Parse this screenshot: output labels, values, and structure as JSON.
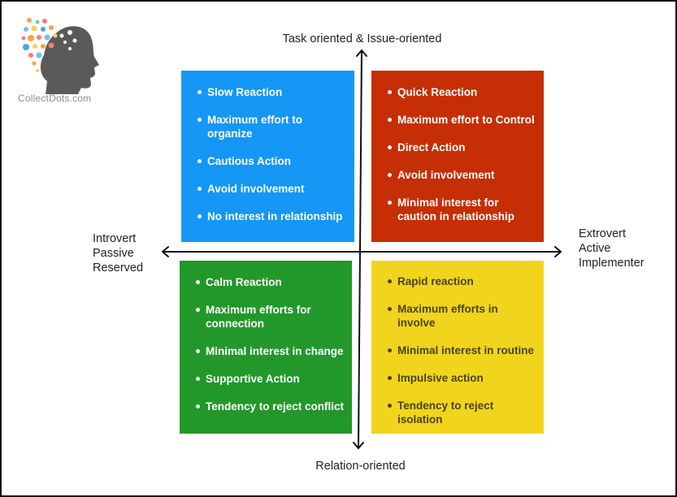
{
  "logo": {
    "text": "CollectDots.com"
  },
  "axes": {
    "top": "Task oriented & Issue-oriented",
    "bottom": "Relation-oriented",
    "left": [
      "Introvert",
      "Passive",
      "Reserved"
    ],
    "right": [
      "Extrovert",
      "Active",
      "Implementer"
    ]
  },
  "quadrants": {
    "top_left": {
      "color": "#1497f5",
      "items": [
        "Slow Reaction",
        "Maximum effort to organize",
        "Cautious Action",
        "Avoid involvement",
        "No interest in relationship"
      ]
    },
    "top_right": {
      "color": "#c62e05",
      "items": [
        "Quick Reaction",
        "Maximum effort to Control",
        "Direct Action",
        "Avoid involvement",
        "Minimal interest for caution in relationship"
      ]
    },
    "bottom_left": {
      "color": "#22982a",
      "items": [
        "Calm Reaction",
        "Maximum efforts for connection",
        "Minimal interest in change",
        "Supportive Action",
        "Tendency to reject conflict"
      ]
    },
    "bottom_right": {
      "color": "#f0d51c",
      "items": [
        "Rapid reaction",
        "Maximum efforts in involve",
        "Minimal interest in routine",
        "Impulsive action",
        "Tendency to reject isolation"
      ]
    }
  }
}
